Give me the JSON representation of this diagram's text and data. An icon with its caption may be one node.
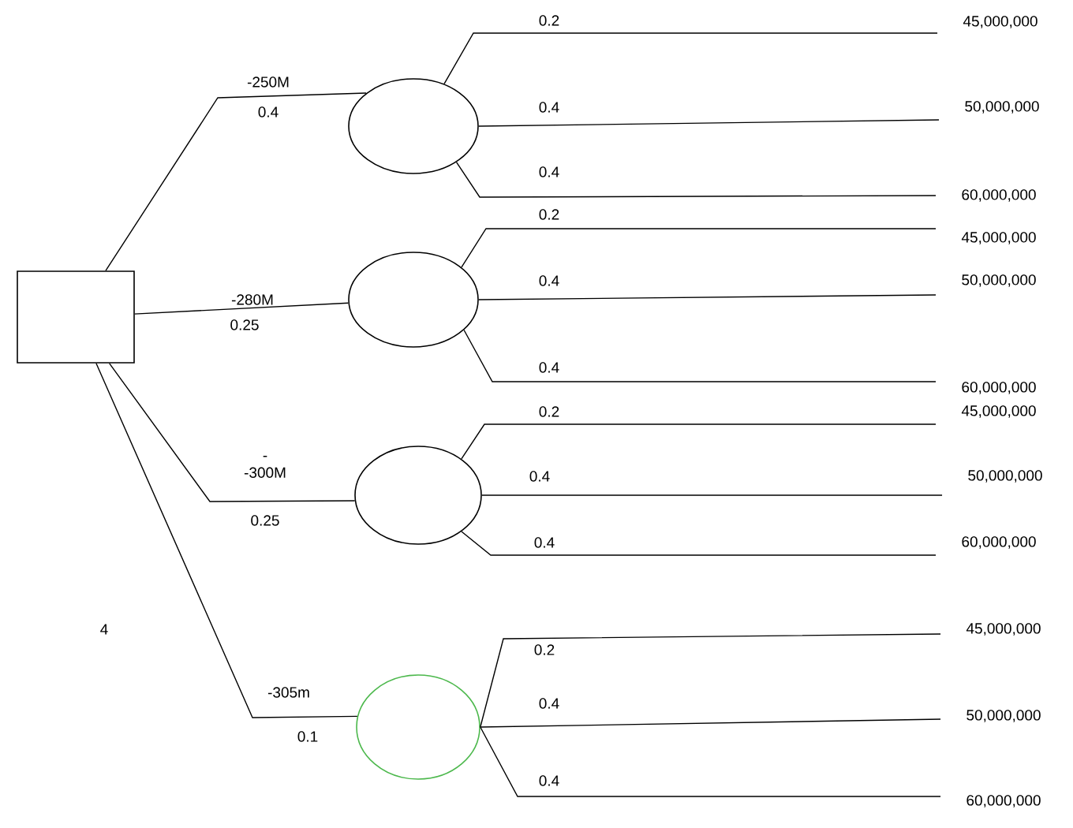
{
  "diagram": {
    "nodes": [
      {
        "text": [],
        "shape": "box"
      },
      {
        "text": [],
        "shape": "circle"
      },
      {
        "text": [],
        "shape": "circle"
      },
      {
        "text": [],
        "shape": "circle"
      },
      {
        "text": [],
        "shape": "circle"
      },
      {
        "text": [
          "45,000,000"
        ]
      },
      {
        "text": [
          "50,000,000"
        ]
      },
      {
        "text": [
          "60,000,000"
        ]
      },
      {
        "text": [
          "45,000,000"
        ]
      },
      {
        "text": [
          "50,000,000"
        ]
      },
      {
        "text": [
          "60,000,000"
        ]
      },
      {
        "text": [
          "45,000,000"
        ]
      },
      {
        "text": [
          "50,000,000"
        ]
      },
      {
        "text": [
          "60,000,000"
        ]
      },
      {
        "text": [
          "45,000,000"
        ]
      },
      {
        "text": [
          "50,000,000"
        ]
      },
      {
        "text": [
          "60,000,000"
        ]
      }
    ],
    "edges": [
      {
        "from": 0,
        "to": 1,
        "arrow": "none",
        "label": "-250M"
      },
      {
        "from": 0,
        "to": 2,
        "arrow": "none",
        "label": "-280M"
      },
      {
        "from": 0,
        "to": 3,
        "arrow": "none",
        "label": "- -300M"
      },
      {
        "from": 0,
        "to": 4,
        "arrow": "none",
        "label": "-305m"
      },
      {
        "from": 1,
        "to": 5,
        "arrow": "none",
        "label": "0.2"
      },
      {
        "from": 1,
        "to": 6,
        "arrow": "none",
        "label": "0.4"
      },
      {
        "from": 1,
        "to": 7,
        "arrow": "none",
        "label": "0.4"
      },
      {
        "from": 2,
        "to": 8,
        "arrow": "none",
        "label": "0.2"
      },
      {
        "from": 2,
        "to": 9,
        "arrow": "none",
        "label": "0.4"
      },
      {
        "from": 2,
        "to": 10,
        "arrow": "none",
        "label": "0.4"
      },
      {
        "from": 3,
        "to": 11,
        "arrow": "none",
        "label": "0.2"
      },
      {
        "from": 3,
        "to": 12,
        "arrow": "none",
        "label": "0.4"
      },
      {
        "from": 3,
        "to": 13,
        "arrow": "none",
        "label": "0.4"
      },
      {
        "from": 4,
        "to": 14,
        "arrow": "none",
        "label": "0.2"
      },
      {
        "from": 4,
        "to": 15,
        "arrow": "none",
        "label": "0.4"
      },
      {
        "from": 4,
        "to": 16,
        "arrow": "none",
        "label": "0.4"
      }
    ],
    "labels": [
      "0.4",
      "0.25",
      "0.25",
      "4",
      "0.1"
    ]
  }
}
